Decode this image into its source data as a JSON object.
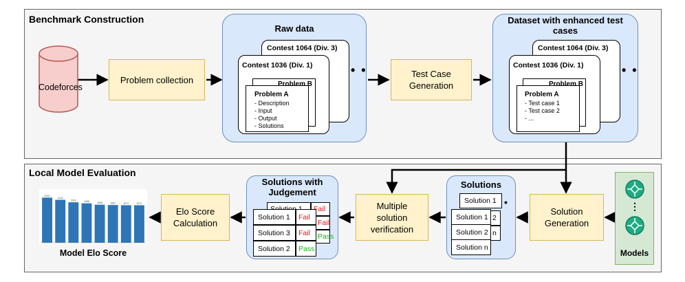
{
  "benchmark": {
    "title": "Benchmark Construction",
    "codeforces": "Codeforces",
    "problem_collection": "Problem collection",
    "raw_data": {
      "title": "Raw data",
      "contest_back": "Contest 1064 (Div. 3)",
      "contest_front": "Contest 1036 (Div. 1)",
      "problem_b": "Problem B",
      "problem_a": "Problem A",
      "lines": [
        "- Description",
        "- Input",
        "- Output",
        "- Solutions"
      ]
    },
    "test_case_generation": "Test Case Generation",
    "enhanced": {
      "title": "Dataset with enhanced test cases",
      "contest_back": "Contest 1064 (Div. 3)",
      "contest_front": "Contest 1036 (Div. 1)",
      "problem_b": "Problem B",
      "problem_a": "Problem A",
      "lines": [
        "- Test case 1",
        "- Test case 2",
        "- ..."
      ]
    }
  },
  "local": {
    "title": "Local Model Evaluation",
    "models": {
      "ellipsis": "⋮",
      "label": "Models"
    },
    "solution_generation": "Solution Generation",
    "solutions": {
      "title": "Solutions",
      "items": [
        "Solution 1",
        "Solution 1",
        "Solution 2",
        "Solution n"
      ],
      "partials": [
        "2",
        "n"
      ]
    },
    "verification": "Multiple solution verification",
    "judgement": {
      "title": "Solutions with Judgement",
      "back_rows": [
        {
          "solution": "Solution 1",
          "verdict": "Fail"
        }
      ],
      "back_verdicts": [
        "Fail",
        "Pass"
      ],
      "rows": [
        {
          "solution": "Solution 1",
          "verdict": "Fail"
        },
        {
          "solution": "Solution 3",
          "verdict": "Fail"
        },
        {
          "solution": "Solution 2",
          "verdict": "Pass"
        }
      ]
    },
    "elo_calc": "Elo Score Calculation",
    "elo_chart_label": "Model Elo Score"
  },
  "chart_data": {
    "type": "bar",
    "values": [
      2252,
      2144,
      2020,
      1968,
      1898,
      1882,
      1873,
      1872
    ],
    "value_labels": [
      "2252",
      "2144",
      "2020",
      "1968",
      "1898",
      "1882",
      "1873",
      "1872"
    ],
    "ylim": [
      0,
      2400
    ],
    "color": "#2e75b6"
  },
  "colors": {
    "section_bg": "#f5f5f5",
    "blue_fill": "#dae8fc",
    "blue_stroke": "#6c8ebf",
    "yellow_fill": "#fff2cc",
    "yellow_stroke": "#d6b656",
    "red_fill": "#f8cecc",
    "red_stroke": "#b85450",
    "green_fill": "#d5e8d4",
    "green_stroke": "#82b366",
    "fail": "#e01010",
    "pass": "#12b512"
  },
  "icons": {
    "model": "brain-chip-icon",
    "database": "cylinder-icon"
  }
}
